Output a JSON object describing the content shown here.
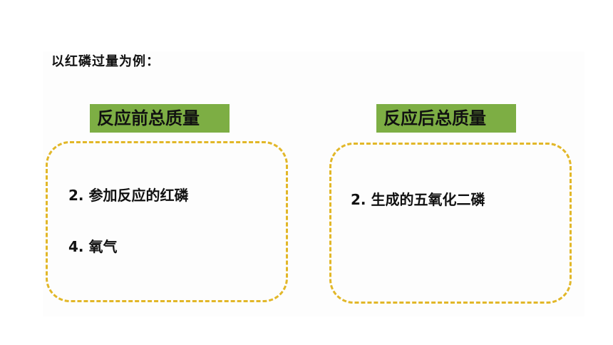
{
  "intro": "以红磷过量为例：",
  "before": {
    "label": "反应前总质量",
    "items": [
      "2. 参加反应的红磷",
      "4. 氧气"
    ]
  },
  "after": {
    "label": "反应后总质量",
    "items": [
      "2. 生成的五氧化二磷"
    ]
  },
  "colors": {
    "label_bg": "#7dae44",
    "dashed_border": "#e2b728"
  }
}
